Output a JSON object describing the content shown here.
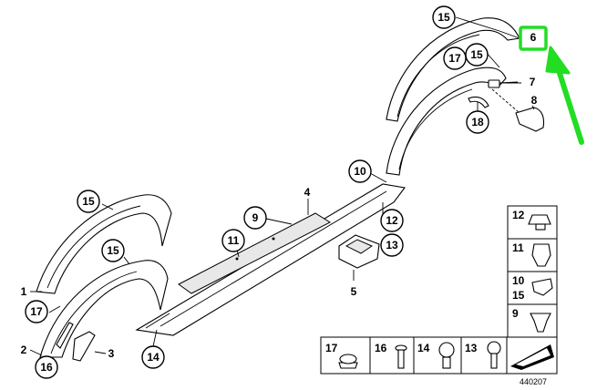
{
  "diagram": {
    "callouts_circled": {
      "c15_top": "15",
      "c17_upper": "17",
      "c15_upper_inner": "15",
      "c18": "18",
      "c10": "10",
      "c12": "12",
      "c13": "13",
      "c9": "9",
      "c11": "11",
      "c15_left_outer": "15",
      "c15_left_inner": "15",
      "c17_lower": "17",
      "c16": "16",
      "c14": "14"
    },
    "callouts_plain": {
      "p6": "6",
      "p7": "7",
      "p8": "8",
      "p4": "4",
      "p5": "5",
      "p1": "1",
      "p2": "2",
      "p3": "3"
    },
    "legend_right": {
      "row1": [
        "12"
      ],
      "row2": [
        "11"
      ],
      "row3": [
        "10",
        "15"
      ],
      "row4": [
        "9"
      ]
    },
    "legend_bottom": [
      "17",
      "16",
      "14",
      "13"
    ],
    "drawing_number": "440207",
    "highlight_color": "#22dd22"
  }
}
